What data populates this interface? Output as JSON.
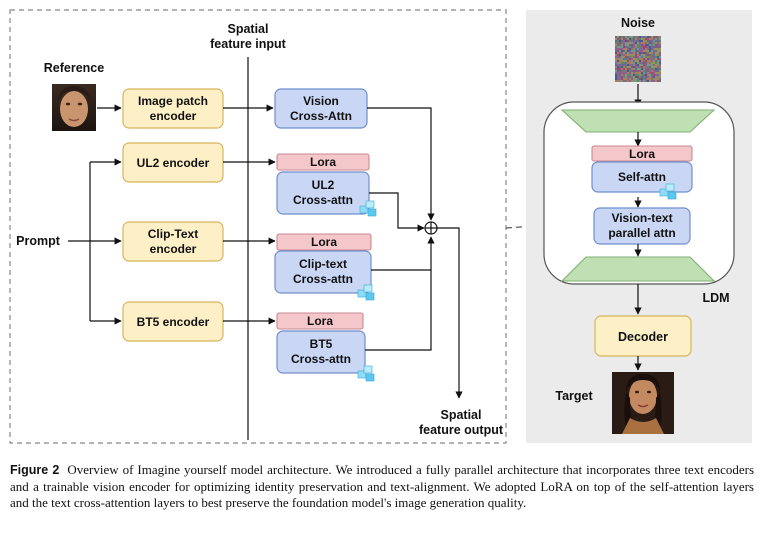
{
  "left_panel": {
    "spatial_input_line1": "Spatial",
    "spatial_input_line2": "feature input",
    "spatial_output_line1": "Spatial",
    "spatial_output_line2": "feature output",
    "reference_label": "Reference",
    "prompt_label": "Prompt",
    "image_patch_encoder": [
      "Image patch",
      "encoder"
    ],
    "ul2_encoder": "UL2 encoder",
    "clip_text_encoder": [
      "Clip-Text",
      "encoder"
    ],
    "bt5_encoder": "BT5 encoder",
    "vision_cross_attn": [
      "Vision",
      "Cross-Attn"
    ],
    "lora": "Lora",
    "ul2_cross_attn": [
      "UL2",
      "Cross-attn"
    ],
    "clip_text_cross_attn": [
      "Clip-text",
      "Cross-attn"
    ],
    "bt5_cross_attn": [
      "BT5",
      "Cross-attn"
    ],
    "sum_symbol": "⊕"
  },
  "right_panel": {
    "noise_label": "Noise",
    "lora": "Lora",
    "self_attn": "Self-attn",
    "vision_text_parallel": [
      "Vision-text",
      "parallel attn"
    ],
    "ldm_label": "LDM",
    "decoder": "Decoder",
    "target_label": "Target"
  },
  "caption": {
    "figure_label": "Figure 2",
    "text": "Overview of Imagine yourself model architecture. We introduced a fully parallel architecture that incorporates three text encoders and a trainable vision encoder for optimizing identity preservation and text-alignment. We adopted LoRA on top of the self-attention layers and the text cross-attention layers to best preserve the foundation model's image generation quality."
  },
  "colors": {
    "encoder_fill": "#fdf0c6",
    "encoder_stroke": "#d9b35c",
    "attn_fill": "#c9d7f5",
    "attn_stroke": "#6f8fce",
    "lora_fill": "#f4c7cb",
    "lora_stroke": "#c98a90",
    "trapezoid_fill": "#bfe0b2",
    "trapezoid_stroke": "#7fb073",
    "right_bg": "#ebebeb",
    "ice_icon": "#5cc8f0"
  }
}
